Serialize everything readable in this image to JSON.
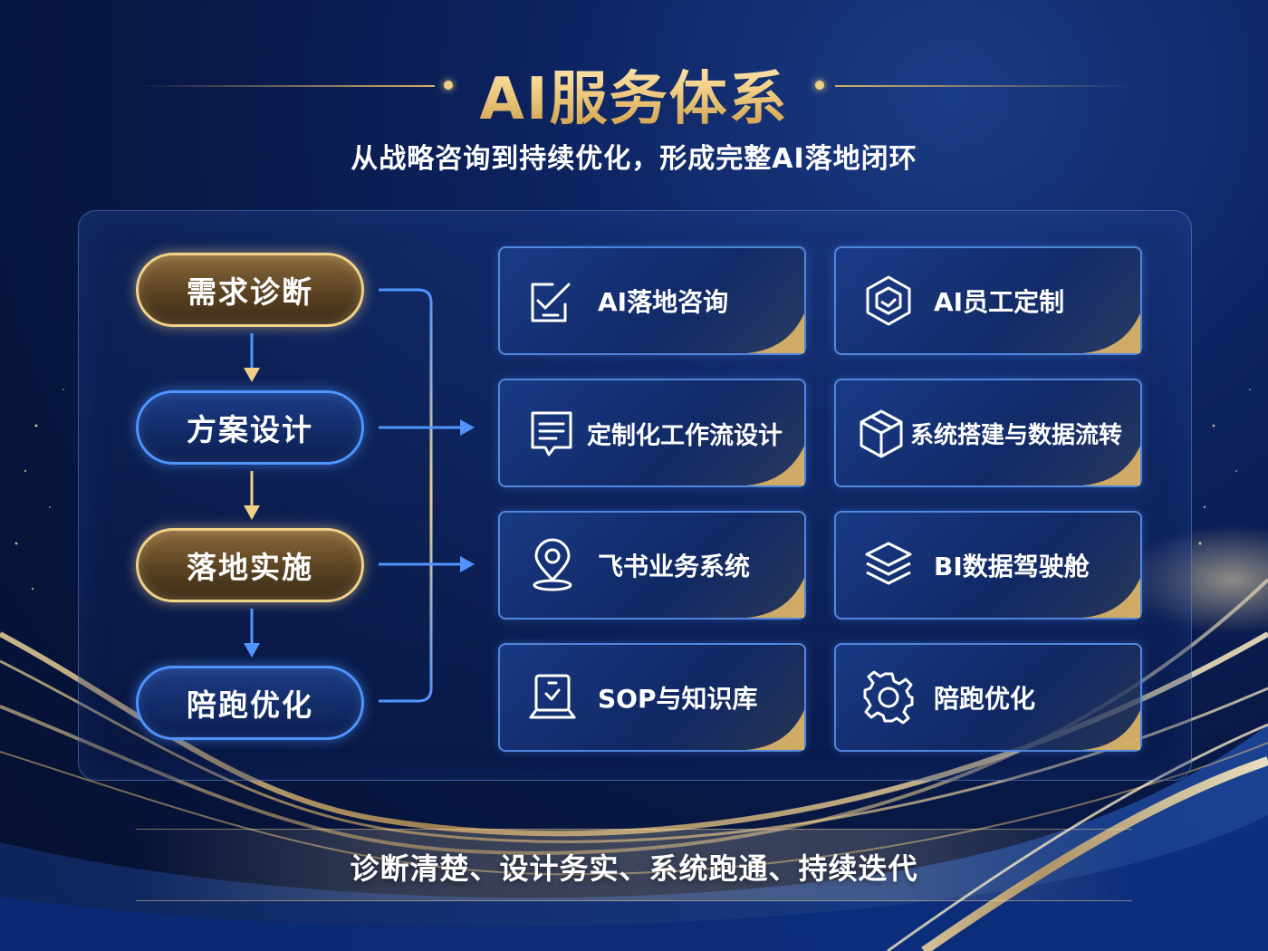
{
  "title": "AI服务体系",
  "subtitle": "从战略咨询到持续优化，形成完整AI落地闭环",
  "process": {
    "steps": [
      {
        "label": "需求诊断",
        "style": "gold"
      },
      {
        "label": "方案设计",
        "style": "blue"
      },
      {
        "label": "落地实施",
        "style": "gold"
      },
      {
        "label": "陪跑优化",
        "style": "blue"
      }
    ]
  },
  "services": [
    {
      "label": "AI落地咨询",
      "icon": "clipboard-check-icon"
    },
    {
      "label": "AI员工定制",
      "icon": "hexagon-shield-icon"
    },
    {
      "label": "定制化工作流设计",
      "icon": "document-list-icon"
    },
    {
      "label": "系统搭建与数据流转",
      "icon": "cube-box-icon"
    },
    {
      "label": "飞书业务系统",
      "icon": "location-pin-icon"
    },
    {
      "label": "BI数据驾驶舱",
      "icon": "layers-stack-icon"
    },
    {
      "label": "SOP与知识库",
      "icon": "laptop-icon"
    },
    {
      "label": "陪跑优化",
      "icon": "gear-icon"
    }
  ],
  "footer": "诊断清楚、设计务实、系统跑通、持续迭代",
  "colors": {
    "gold": "#f3d28a",
    "blue": "#4f94ff",
    "background": "#081844"
  }
}
